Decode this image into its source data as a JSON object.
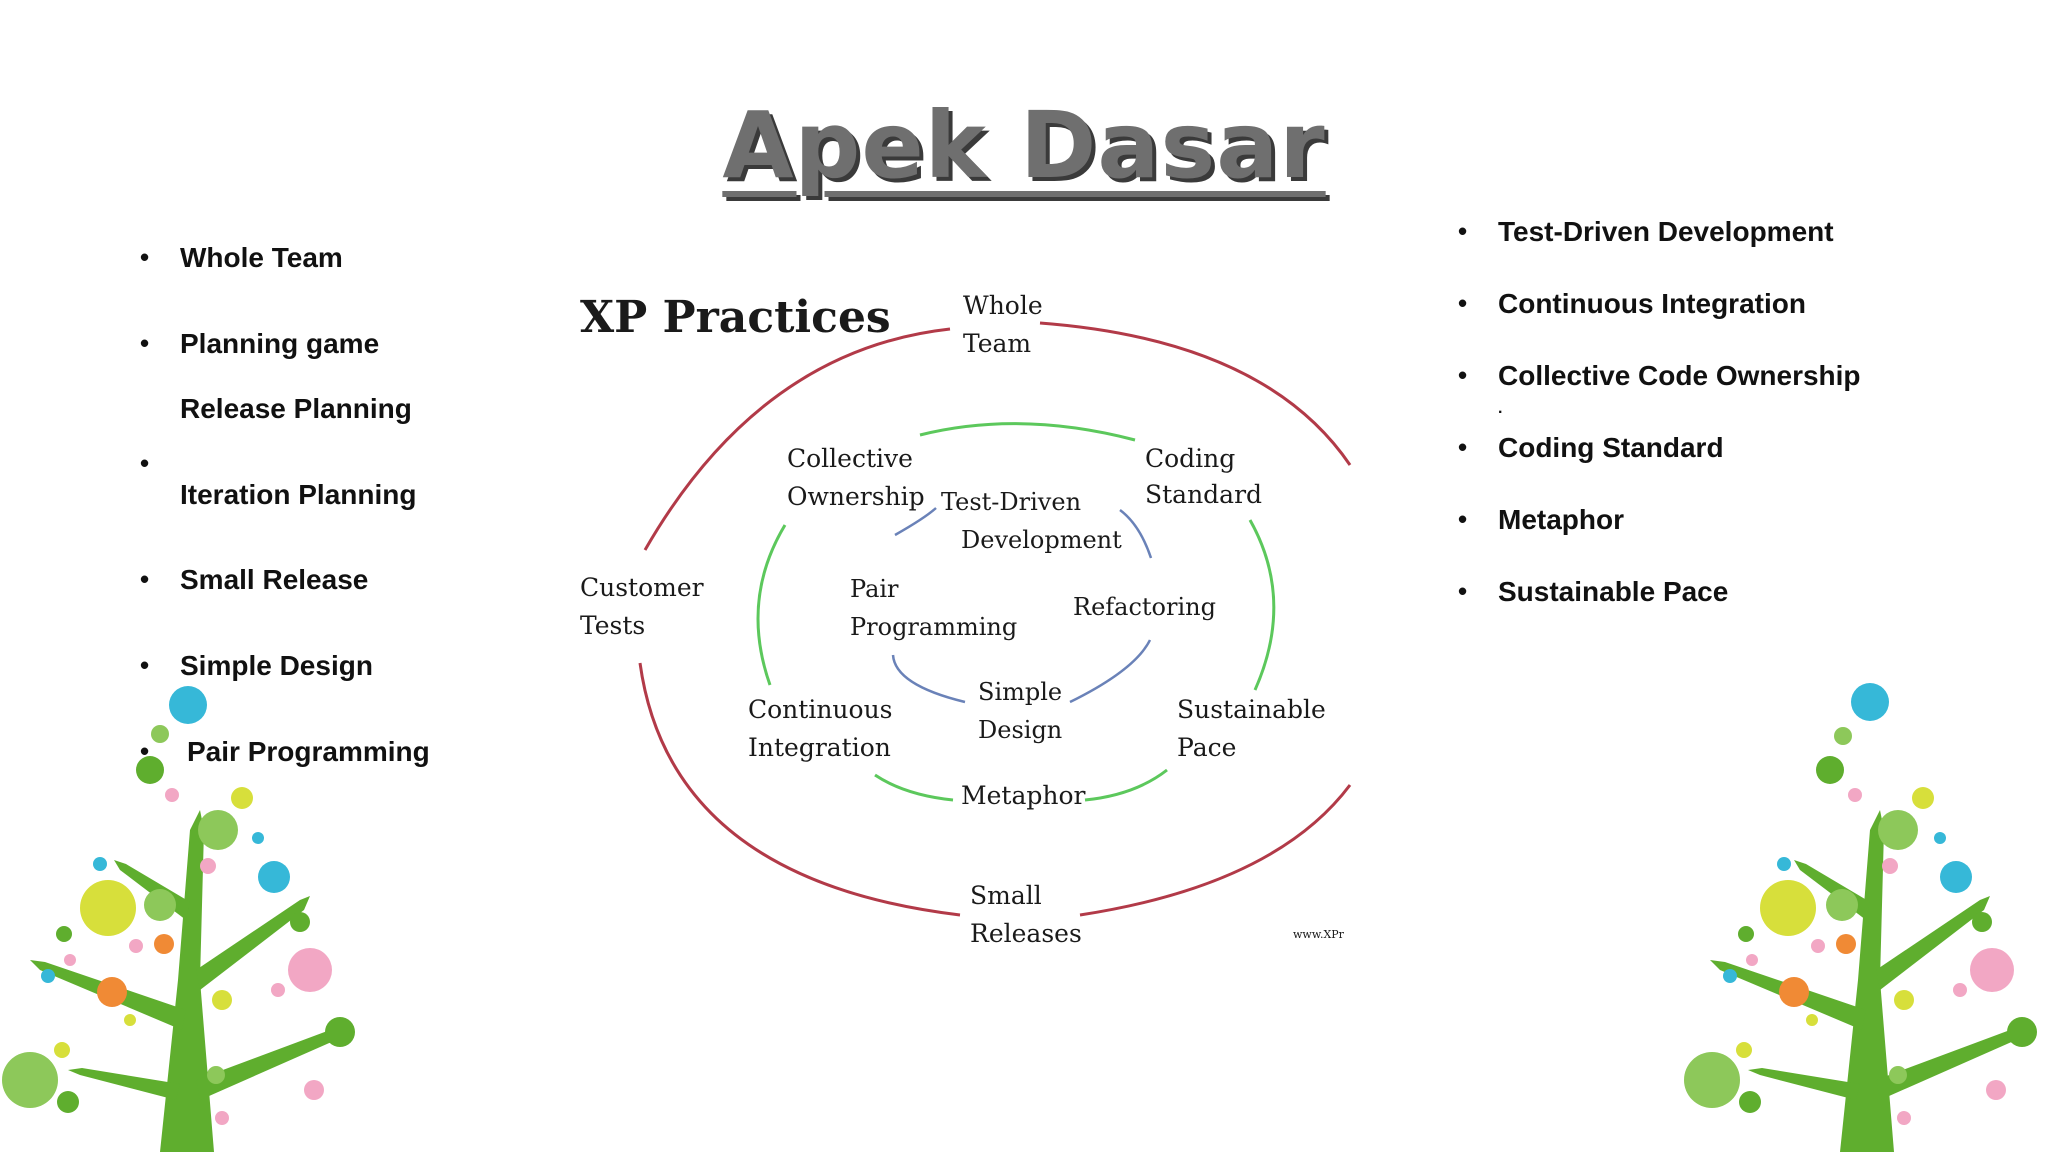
{
  "slide": {
    "title": "Apek Dasar"
  },
  "left_list": {
    "items": [
      {
        "label": "Whole Team",
        "bullet": true
      },
      {
        "label": "Planning game",
        "bullet": true
      },
      {
        "label": "Release Planning",
        "bullet": false
      },
      {
        "label": "",
        "bullet": true
      },
      {
        "label": "Iteration Planning",
        "bullet": false
      },
      {
        "label": "Small Release",
        "bullet": true
      },
      {
        "label": "Simple Design",
        "bullet": true
      },
      {
        "label": "Pair Programming",
        "bullet": true
      }
    ]
  },
  "right_list": {
    "items": [
      {
        "label": "Test-Driven Development",
        "bullet": true
      },
      {
        "label": "Continuous Integration",
        "bullet": true
      },
      {
        "label": "Collective Code Ownership",
        "bullet": true
      },
      {
        "label": "Coding Standard",
        "bullet": true
      },
      {
        "label": "Metaphor",
        "bullet": true
      },
      {
        "label": "Sustainable Pace",
        "bullet": true
      }
    ],
    "stray_mark": "."
  },
  "diagram": {
    "title": "XP Practices",
    "outer_ring": [
      "Whole",
      "Team",
      "Customer",
      "Tests",
      "Small",
      "Releases"
    ],
    "middle_ring": [
      "Collective",
      "Ownership",
      "Coding",
      "Standard",
      "Continuous",
      "Integration",
      "Sustainable",
      "Pace",
      "Metaphor"
    ],
    "inner_ring": [
      "Test-Driven",
      "Development",
      "Pair",
      "Programming",
      "Refactoring",
      "Simple",
      "Design"
    ],
    "watermark": "www.XPr",
    "colors": {
      "outer": "#b23a48",
      "middle": "#5cc85c",
      "inner": "#6a82b8"
    }
  }
}
